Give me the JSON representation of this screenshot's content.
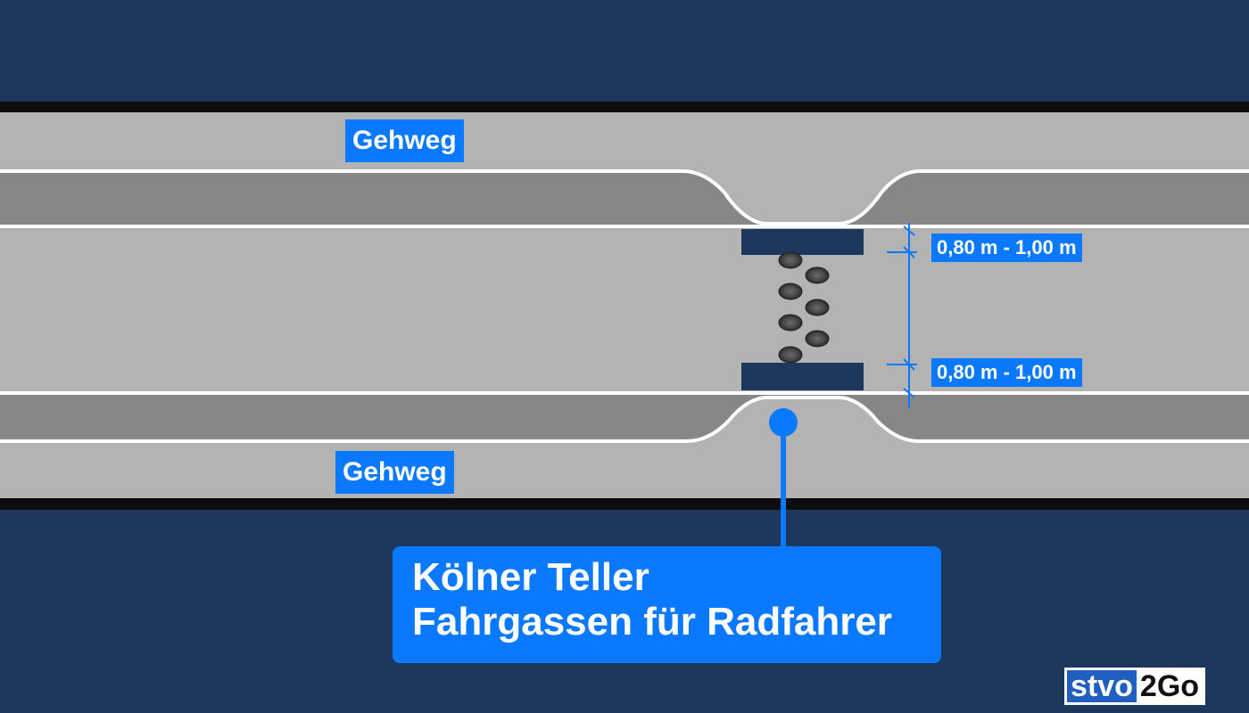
{
  "labels": {
    "sidewalk_top": "Gehweg",
    "sidewalk_bottom": "Gehweg",
    "dimension_top": "0,80 m - 1,00 m",
    "dimension_bottom": "0,80 m - 1,00 m"
  },
  "callout": {
    "line1": "Kölner Teller",
    "line2": "Fahrgassen für Radfahrer"
  },
  "logo": {
    "part1": "stvo",
    "part2": "2Go"
  },
  "colors": {
    "background": "#1d375d",
    "label_blue": "#0a79ff",
    "road_light": "#b3b3b3",
    "road_dark": "#878787",
    "barrier": "#1d375d"
  }
}
